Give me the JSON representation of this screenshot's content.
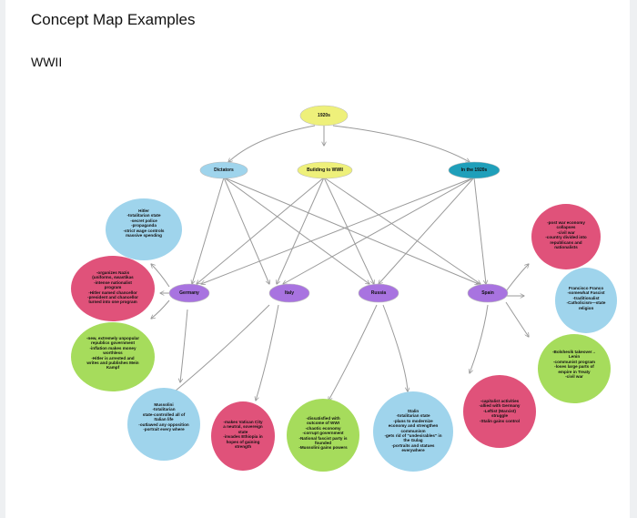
{
  "page": {
    "title": "Concept Map Examples",
    "subtitle": "WWII"
  },
  "top": {
    "label": "1920s"
  },
  "themes": {
    "dictators": "Dictators",
    "building": "Building to WWII",
    "in_1920s": "In the 1920s"
  },
  "countries": {
    "germany": "Germany",
    "italy": "Italy",
    "russia": "Russia",
    "spain": "Spain"
  },
  "details": {
    "hitler": [
      "Hitler",
      "-totalitarian state",
      "-secret police",
      "-propaganda",
      "-strict wage controls",
      "massive spending"
    ],
    "germany_left": [
      "-organizes Nazis",
      "(uniforms, swastikas",
      "-intense nationalist",
      "program",
      "-Hitler named chancellor",
      "-president and chancellor",
      "turned into one program"
    ],
    "germany_weimar": [
      "-new, extremely unpopular",
      "republics government",
      "-inflation makes money",
      "worthless",
      "-Hitler is arrested and",
      "writes and publishes Mein",
      "Kampf"
    ],
    "mussolini": [
      "Mussolini",
      "-totalitarian",
      "state-controlled all of",
      "Italian life",
      "-outlawed any opposition",
      "-portrait every where"
    ],
    "italy_pink": [
      "-makes Vatican City",
      "a neutral, sovereign",
      "state",
      "-invades Ethiopia in",
      "hopes of gaining",
      "strength"
    ],
    "italy_green": [
      "-dissatisfied with",
      "outcome of WWI",
      "-chaotic economy",
      "-corrupt government",
      "-National fascist party is",
      "founded",
      "-Mussolini gains powers"
    ],
    "stalin": [
      "Stalin",
      "-totalitarian state",
      "-plans to modernize",
      "economy and strengthen",
      "communism",
      "-gets rid of \"undesirables\" in",
      "the Gulag",
      "-portraits and statues",
      "everywhere"
    ],
    "spain_pink_bottom": [
      "-capitalist activities",
      "-allied with Germany",
      "-Leftist (Marxist)",
      "struggle",
      "-Stalin gains control"
    ],
    "spain_pink_top": [
      "-post war economy",
      "collapses",
      "-civil war",
      "-country divided into",
      "republicans and",
      "nationalists"
    ],
    "franco": [
      "Francisco Franco",
      "-somewhat Fascist",
      "-traditionalist",
      "-Catholicism—state",
      "religion"
    ],
    "bolshevik": [
      "-Bolshevik takeover→",
      "Lenin",
      "-communist program",
      "-loses large parts of",
      "empire in Treaty",
      "-civil war"
    ]
  },
  "colors": {
    "yellow": "#eef07a",
    "blue": "#9fd4ec",
    "pink": "#e0527a",
    "green": "#a6dc5c",
    "purple": "#a873e0",
    "teal": "#1f9fba"
  }
}
